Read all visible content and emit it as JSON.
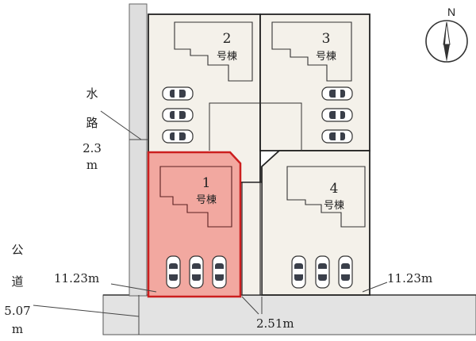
{
  "compass": {
    "north_label": "N",
    "icon": "compass-icon"
  },
  "buildings": [
    {
      "number": "2",
      "unit": "号棟"
    },
    {
      "number": "3",
      "unit": "号棟"
    },
    {
      "number": "1",
      "unit": "号棟",
      "highlighted": true
    },
    {
      "number": "4",
      "unit": "号棟"
    }
  ],
  "waterway": {
    "label_chars": [
      "水",
      "路"
    ],
    "width": "2.3",
    "unit": "m"
  },
  "public_road": {
    "label_chars": [
      "公",
      "道"
    ],
    "width": "5.07",
    "unit": "m"
  },
  "dimensions": {
    "frontage_left": "11.23m",
    "frontage_right": "11.23m",
    "driveway": "2.51m"
  },
  "colors": {
    "lot_fill": "#f4f1ea",
    "lot_stroke": "#222222",
    "highlight_fill": "#f2a8a0",
    "highlight_stroke": "#cc1f1f",
    "road_fill": "#e3e3e3",
    "waterway_fill": "#dedede",
    "label_color": "#7a2e2e",
    "car_body": "#ffffff",
    "car_glass": "#3a3f4a"
  },
  "parking": {
    "lot2_cars": 3,
    "lot3_cars": 3,
    "lot1_cars": 3,
    "lot4_cars": 3
  }
}
